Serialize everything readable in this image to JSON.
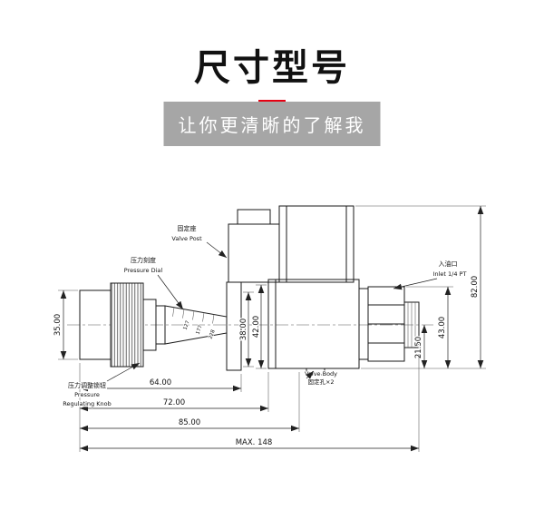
{
  "header": {
    "title": "尺寸型号",
    "subtitle": "让你更清晰的了解我"
  },
  "colors": {
    "accent_red": "#e60012",
    "band_gray": "#a6a6a6",
    "drawing_line": "#1a1a1a"
  },
  "drawing": {
    "labels": {
      "valve_post": {
        "cn": "固定座",
        "en": "Valve Post"
      },
      "pressure_dial": {
        "cn": "压力刻度",
        "en": "Pressure Dial"
      },
      "inlet": {
        "cn": "入油口",
        "en": "Inlet 1/4 PT"
      },
      "knob": {
        "cn": "压力调整锁钮",
        "en_line1": "Pressure",
        "en_line2": "Regulating Knob"
      },
      "valve_body": {
        "en": "Valve Body",
        "cn": "固定孔×2"
      }
    },
    "dims": {
      "knob_diameter": "35.00",
      "post_width": "38.00",
      "body_width": "42.00",
      "total_height": "82.00",
      "fitting_height": "43.00",
      "inlet_offset": "21.50",
      "length_knob": "64.00",
      "length_post": "72.00",
      "length_body": "85.00",
      "length_max": "MAX. 148"
    },
    "scale_marks": [
      "127",
      "177",
      "228"
    ]
  }
}
